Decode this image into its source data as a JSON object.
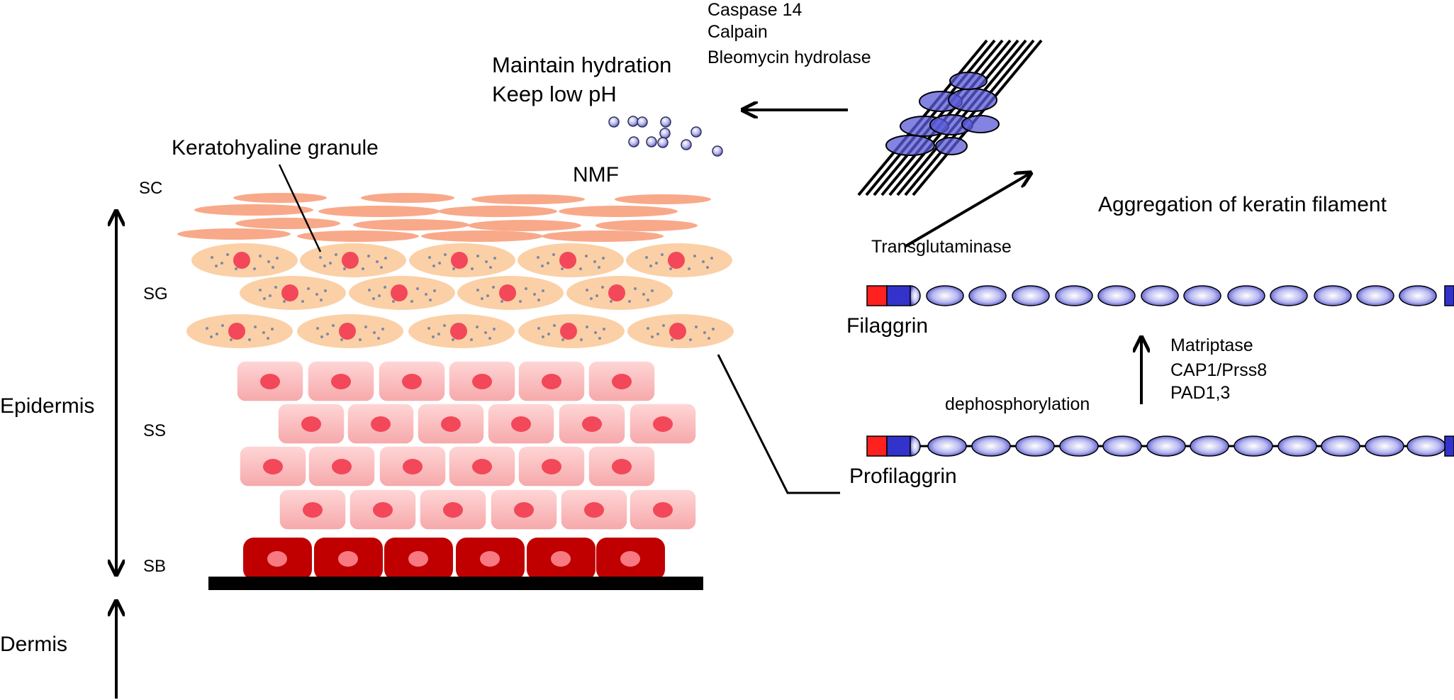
{
  "labels": {
    "enzymes_top": [
      "Caspase 14",
      "Calpain",
      "Bleomycin hydrolase"
    ],
    "function_lines": [
      "Maintain hydration",
      "Keep low pH"
    ],
    "nmf": "NMF",
    "keratohyaline_granule": "Keratohyaline granule",
    "layers": {
      "sc": "SC",
      "sg": "SG",
      "ss": "SS",
      "sb": "SB"
    },
    "epidermis": "Epidermis",
    "dermis": "Dermis",
    "aggregation": "Aggregation of keratin filament",
    "transglutaminase": "Transglutaminase",
    "filaggrin": "Filaggrin",
    "profilaggrin": "Profilaggrin",
    "dephosphorylation": "dephosphorylation",
    "enzymes_mid": [
      "Matriptase",
      "CAP1/Prss8",
      "PAD1,3"
    ]
  },
  "colors": {
    "sc_cell": "#f8a98a",
    "sg_cell": "#fbd0a6",
    "ss_cell": "#fbbcbc",
    "sb_cell": "#c00000",
    "nucleus": "#f2485a",
    "sb_nucleus": "#f77a82",
    "granule_dot": "#7c8aa8",
    "domain_blue": "#3333cc",
    "domain_red": "#ff2020",
    "repeat_fill": "#5a5ad8"
  },
  "icons": {
    "keratin_bundle": "keratin-filament-bundle-icon",
    "nmf_molecules": "nmf-molecule-icon"
  }
}
